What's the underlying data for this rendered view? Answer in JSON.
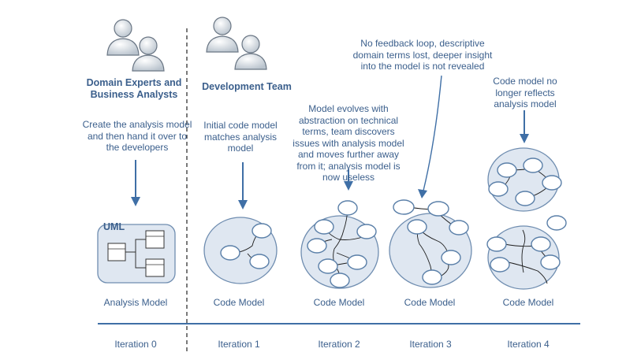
{
  "roles": {
    "analysts": "Domain Experts and Business Analysts",
    "developers": "Development Team"
  },
  "notes": {
    "iteration0": "Create the analysis model and then hand it over to the developers",
    "iteration1": "Initial code model matches analysis model",
    "iteration2": "Model evolves with abstraction on technical terms, team discovers issues with analysis model and moves further away from it; analysis model is now useless",
    "iteration3": "No feedback loop, descriptive domain terms lost, deeper insight into the model is not revealed",
    "iteration4": "Code model no longer reflects analysis model"
  },
  "uml_label": "UML",
  "models": [
    "Analysis Model",
    "Code Model",
    "Code Model",
    "Code Model",
    "Code Model"
  ],
  "iterations": [
    "Iteration 0",
    "Iteration 1",
    "Iteration 2",
    "Iteration 3",
    "Iteration 4"
  ],
  "colors": {
    "text": "#3b5f8c",
    "arrow": "#3f6fa6",
    "blob_fill": "#dfe7f1",
    "timeline": "#3f6fa6"
  },
  "icons": [
    "people-icon",
    "people-icon"
  ]
}
